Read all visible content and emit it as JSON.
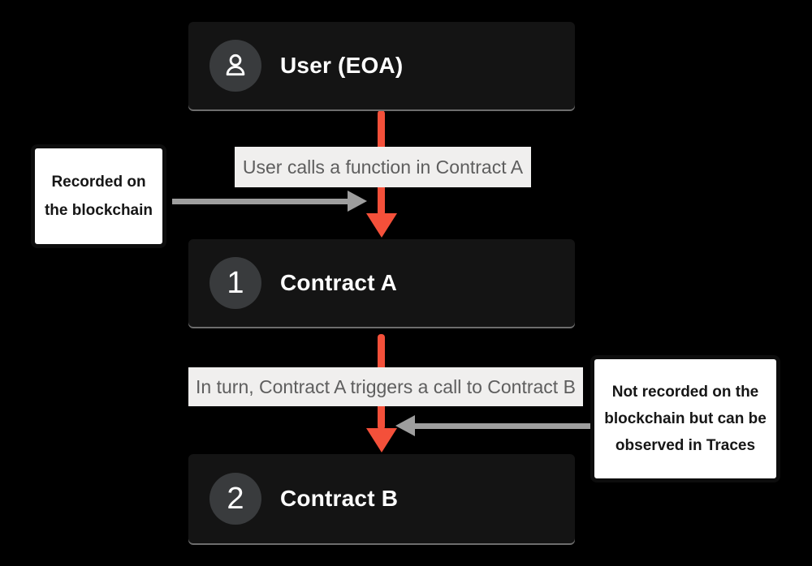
{
  "nodes": {
    "user": {
      "label": "User (EOA)",
      "icon": "user-icon"
    },
    "contract_a": {
      "number": "1",
      "label": "Contract A"
    },
    "contract_b": {
      "number": "2",
      "label": "Contract B"
    }
  },
  "edges": {
    "user_to_a": {
      "label": "User calls a function in Contract A"
    },
    "a_to_b": {
      "label": "In turn, Contract A triggers a call to Contract B"
    }
  },
  "annotations": {
    "left": {
      "text": "Recorded on the blockchain"
    },
    "right": {
      "text": "Not recorded on the blockchain but can be observed in Traces"
    }
  },
  "colors": {
    "background": "#000000",
    "node_fill": "#141414",
    "node_bottom_line": "#6d6d6d",
    "badge_fill": "#393b3d",
    "arrow_orange": "#f4503a",
    "arrow_gray": "#9e9e9e",
    "edge_label_bg": "#f0efee",
    "edge_label_text": "#5e5e5e",
    "annotation_border": "#0d0d0d",
    "annotation_bg": "#ffffff"
  }
}
